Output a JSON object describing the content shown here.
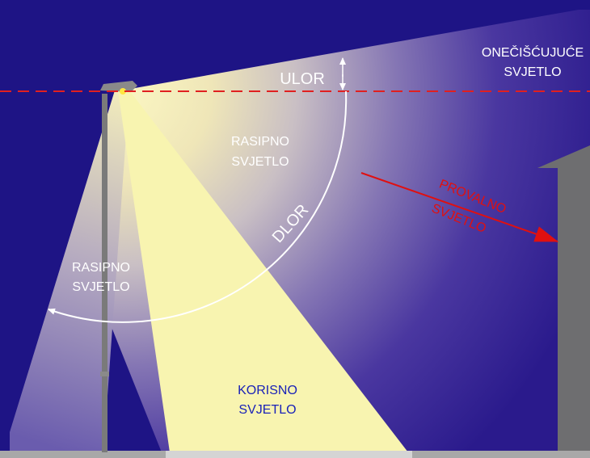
{
  "labels": {
    "ulor": "ULOR",
    "dlor": "DLOR",
    "oneciscujuce": "ONEČIŠĆUJUĆE",
    "onecisc_svjetlo": "SVJETLO",
    "rasipno_upper": "RASIPNO",
    "rasipno_upper_svjetlo": "SVJETLO",
    "rasipno_left": "RASIPNO",
    "rasipno_left_svjetlo": "SVJETLO",
    "provalno": "PROVALNO",
    "provalno_svjetlo": "SVJETLO",
    "korisno": "KORISNO",
    "korisno_svjetlo": "SVJETLO"
  },
  "colors": {
    "sky": "#1e1485",
    "light": "#f8f4b0",
    "pole": "#7a7a7a",
    "building": "#6e6e70",
    "ground": "#a8a8a8",
    "horizon_line": "#e02020",
    "arrow_white": "#ffffff",
    "arrow_red": "#e01010",
    "text_white": "#ffffff",
    "text_blue": "#1a22b8",
    "text_red": "#e01010"
  }
}
